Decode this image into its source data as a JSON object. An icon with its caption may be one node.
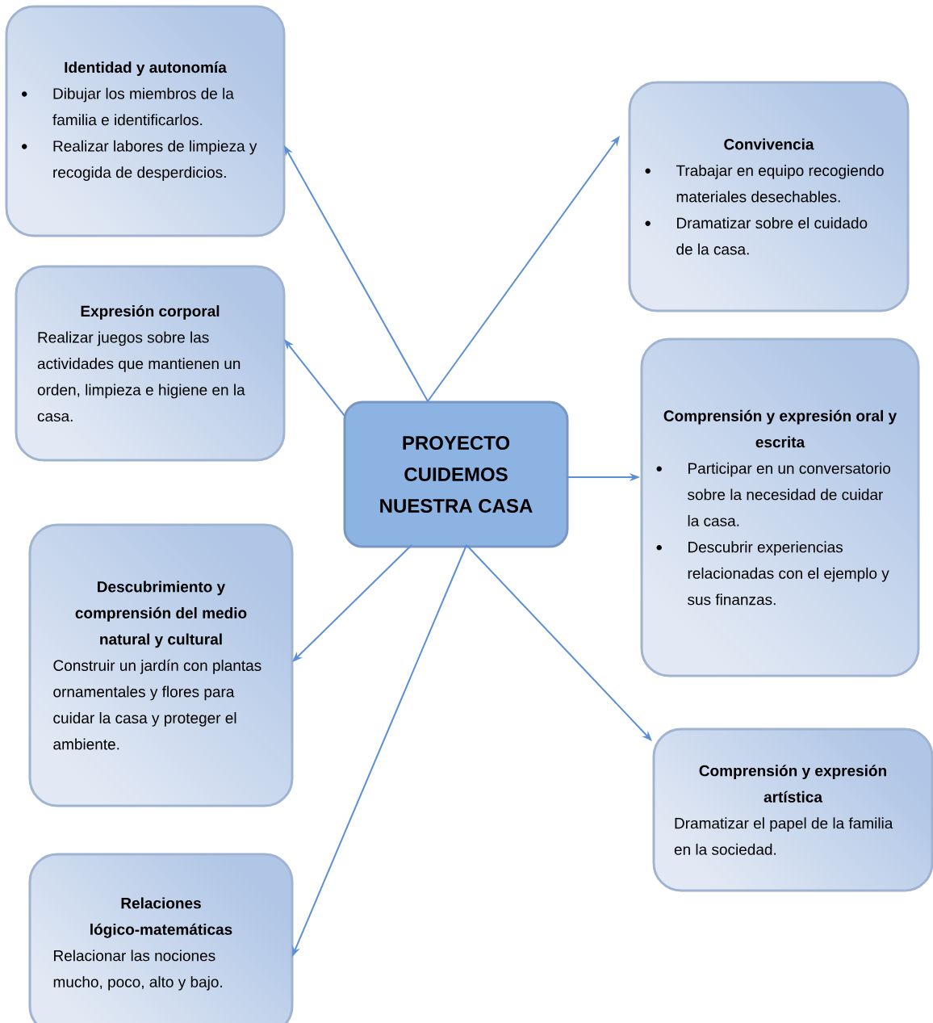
{
  "diagram": {
    "nodes": [
      {
        "text": [
          "PROYECTO CUIDEMOS NUESTRA CASA"
        ]
      },
      {
        "text": [
          "Identidad y autonomía",
          "Dibujar los miembros de la familia e identificarlos.",
          "Realizar labores de limpieza y recogida de desperdicios."
        ]
      },
      {
        "text": [
          "Expresión corporal",
          "Realizar juegos sobre las actividades que mantienen un orden, limpieza e higiene en la casa."
        ]
      },
      {
        "text": [
          "Descubrimiento y comprensión del medio natural y cultural",
          "Construir un jardín con plantas ornamentales y flores para cuidar la casa y proteger el ambiente."
        ]
      },
      {
        "text": [
          "Relaciones lógico-matemáticas",
          "Relacionar las nociones mucho, poco, alto y bajo."
        ]
      },
      {
        "text": [
          "Convivencia",
          "Trabajar en equipo recogiendo materiales desechables.",
          "Dramatizar sobre el cuidado de la casa."
        ]
      },
      {
        "text": [
          "Comprensión y expresión oral y escrita",
          "Participar en un conversatorio sobre la necesidad de cuidar la casa.",
          "Descubrir experiencias relacionadas con el ejemplo y sus finanzas."
        ]
      },
      {
        "text": [
          "Comprensión y expresión artística",
          "Dramatizar el papel de la familia en la sociedad."
        ]
      }
    ],
    "edges": [
      {
        "from": 0,
        "to": 1,
        "arrow": "to"
      },
      {
        "from": 0,
        "to": 2,
        "arrow": "to"
      },
      {
        "from": 0,
        "to": 3,
        "arrow": "to"
      },
      {
        "from": 0,
        "to": 4,
        "arrow": "to"
      },
      {
        "from": 0,
        "to": 5,
        "arrow": "to"
      },
      {
        "from": 0,
        "to": 6,
        "arrow": "to"
      },
      {
        "from": 0,
        "to": 7,
        "arrow": "to"
      }
    ]
  }
}
